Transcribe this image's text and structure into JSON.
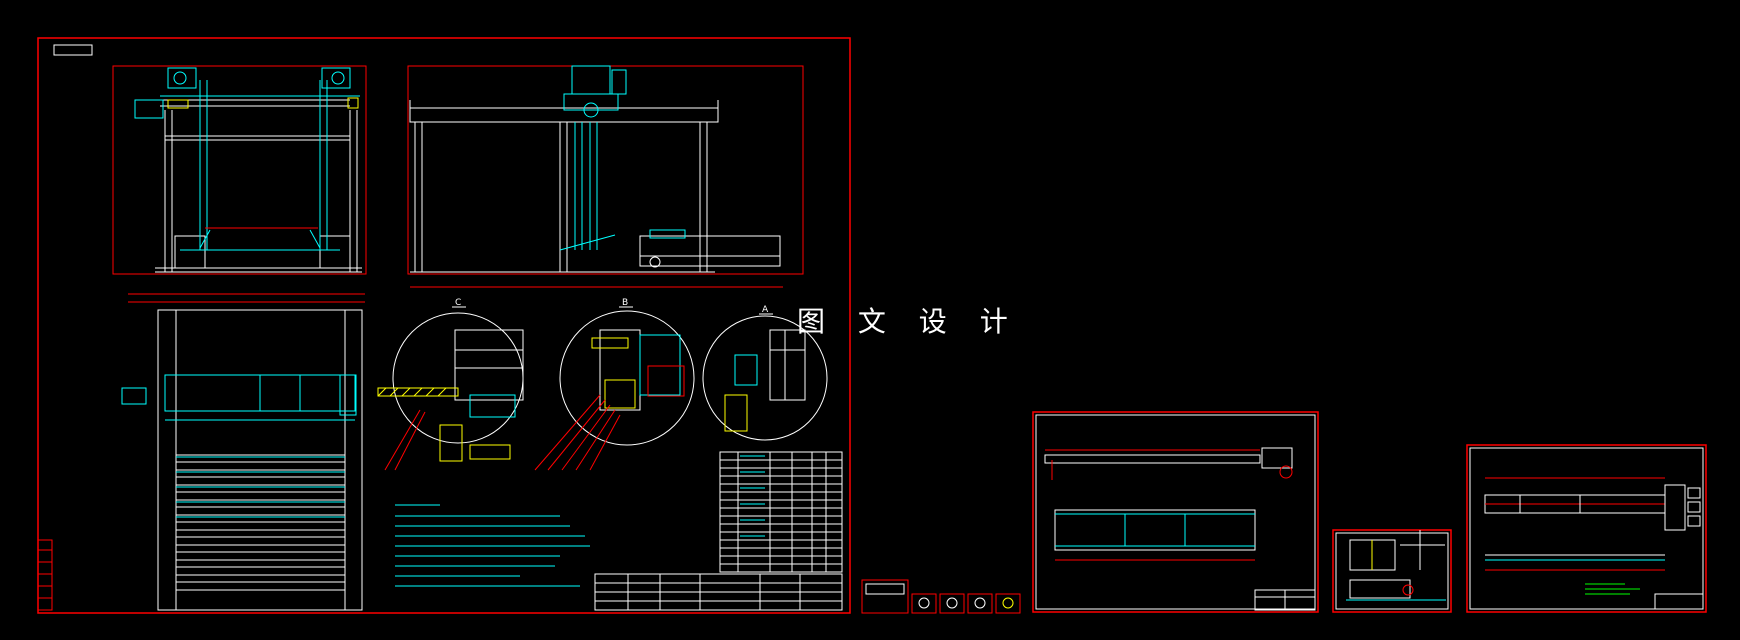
{
  "watermark": "图 文 设 计",
  "colors": {
    "background": "#000000",
    "frame": "#ff0000",
    "outline": "#ffffff",
    "structure": "#00ffff",
    "hatch": "#ffff00",
    "note_text": "#00ff00"
  },
  "sheets": [
    {
      "name": "main-assembly-sheet"
    },
    {
      "name": "part-sheet-beam"
    },
    {
      "name": "part-sheet-bracket"
    },
    {
      "name": "part-sheet-rail"
    }
  ],
  "thumbnails": 5,
  "detail_labels": [
    "A",
    "B",
    "C"
  ],
  "icons": [
    "detail-circle-icon",
    "hatch-pattern-icon",
    "title-block-icon"
  ]
}
